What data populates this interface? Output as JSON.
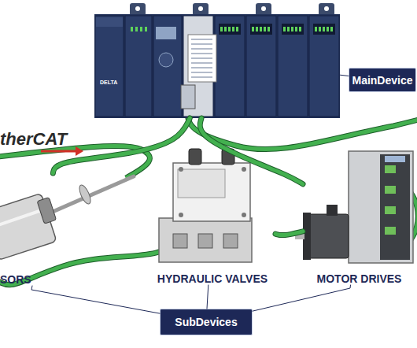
{
  "diagram": {
    "nodes": [
      {
        "text": [
          "DELTA"
        ]
      },
      {
        "text": [
          "MainDevice"
        ]
      },
      {
        "text": [
          "SORS"
        ]
      },
      {
        "text": [
          "HYDRAULIC VALVES"
        ]
      },
      {
        "text": [
          "MOTOR DRIVES"
        ]
      },
      {
        "text": [
          "SubDevices"
        ]
      }
    ],
    "edges": [
      {
        "from": 0,
        "to": 1,
        "arrow": "none"
      },
      {
        "from": 0,
        "to": 2,
        "arrow": "none"
      },
      {
        "from": 0,
        "to": 4,
        "arrow": "none"
      },
      {
        "from": 3,
        "to": 4,
        "arrow": "none"
      },
      {
        "from": 5,
        "to": 2,
        "arrow": "none"
      },
      {
        "from": 5,
        "to": 3,
        "arrow": "none"
      },
      {
        "from": 5,
        "to": 4,
        "arrow": "none"
      }
    ],
    "labels": [
      "therCAT"
    ]
  }
}
